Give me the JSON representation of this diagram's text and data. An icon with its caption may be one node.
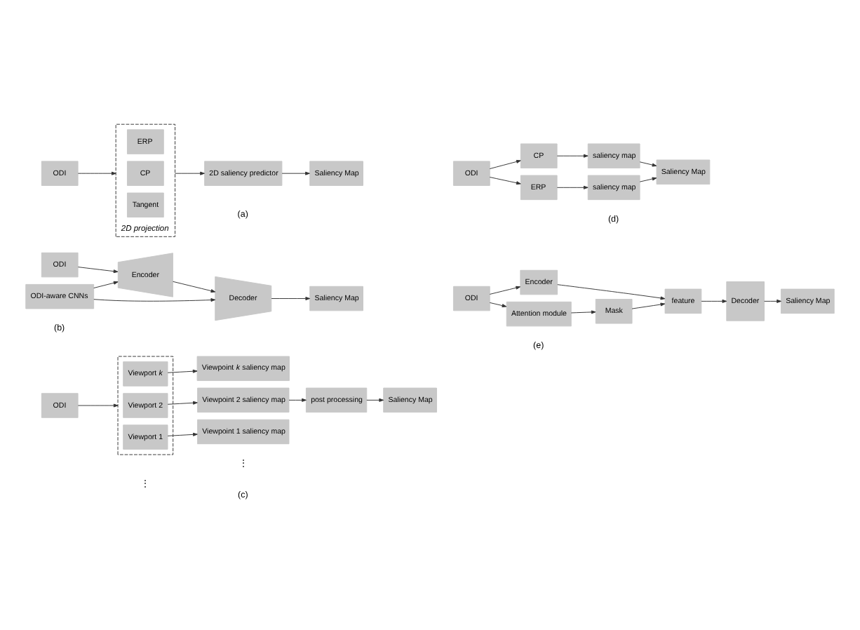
{
  "diagram": {
    "nodes": [
      {
        "text": [
          "ODI"
        ]
      },
      {
        "text": [
          "2D projection"
        ]
      },
      {
        "text": [
          "ERP"
        ],
        "in": 1
      },
      {
        "text": [
          "CP"
        ],
        "in": 1
      },
      {
        "text": [
          "Tangent"
        ],
        "in": 1
      },
      {
        "text": [
          "2D saliency predictor"
        ]
      },
      {
        "text": [
          "Saliency Map"
        ]
      },
      {
        "text": [
          "ODI"
        ]
      },
      {
        "text": [
          "ERP"
        ]
      },
      {
        "text": [
          "CP"
        ]
      },
      {
        "text": [
          "saliency map"
        ]
      },
      {
        "text": [
          "saliency map"
        ]
      },
      {
        "text": [
          "Saliency Map"
        ]
      },
      {
        "text": [
          "ODI"
        ]
      },
      {
        "text": [
          "Encoder"
        ]
      },
      {
        "text": [
          "Decoder"
        ]
      },
      {
        "text": [
          "Saliency Map"
        ]
      },
      {
        "text": [
          "ODI-aware CNNs"
        ]
      },
      {
        "text": [
          "ODI"
        ]
      },
      {
        "text": [
          "Attention module"
        ]
      },
      {
        "text": [
          "Mask"
        ]
      },
      {
        "text": [
          "Encoder"
        ]
      },
      {
        "text": [
          "feature"
        ]
      },
      {
        "text": [
          "Decoder"
        ]
      },
      {
        "text": [
          "Saliency Map"
        ]
      },
      {
        "text": [
          "ODI"
        ]
      },
      {
        "text": [],
        "shape": "box"
      },
      {
        "text": [
          "Viewport 1"
        ],
        "in": 26
      },
      {
        "text": [
          "Viewport 2"
        ],
        "in": 26
      },
      {
        "text": [
          "Viewport *k*"
        ],
        "in": 26
      },
      {
        "text": [
          "Viewpoint 1 saliency map"
        ]
      },
      {
        "text": [
          "Viewpoint 2 saliency map"
        ]
      },
      {
        "text": [
          "Viewpoint *k* saliency map"
        ]
      },
      {
        "text": [
          "post processing"
        ]
      },
      {
        "text": [
          "Saliency Map"
        ]
      }
    ],
    "edges": [
      {
        "from": 0,
        "to": 1,
        "arrow": "to"
      },
      {
        "from": 1,
        "to": 5,
        "arrow": "to"
      },
      {
        "from": 5,
        "to": 6,
        "arrow": "to"
      },
      {
        "from": 7,
        "to": 8,
        "arrow": "to"
      },
      {
        "from": 7,
        "to": 9,
        "arrow": "to"
      },
      {
        "from": 8,
        "to": 10,
        "arrow": "to"
      },
      {
        "from": 9,
        "to": 11,
        "arrow": "to"
      },
      {
        "from": 10,
        "to": 12,
        "arrow": "to"
      },
      {
        "from": 11,
        "to": 12,
        "arrow": "to"
      },
      {
        "from": 13,
        "to": 14,
        "arrow": "to"
      },
      {
        "from": 14,
        "to": 15,
        "arrow": "to"
      },
      {
        "from": 15,
        "to": 16,
        "arrow": "to"
      },
      {
        "from": 17,
        "to": 14,
        "arrow": "to"
      },
      {
        "from": 17,
        "to": 15,
        "arrow": "to"
      },
      {
        "from": 18,
        "to": 19,
        "arrow": "to"
      },
      {
        "from": 18,
        "to": 21,
        "arrow": "to"
      },
      {
        "from": 19,
        "to": 20,
        "arrow": "to"
      },
      {
        "from": 20,
        "to": 22,
        "arrow": "to"
      },
      {
        "from": 21,
        "to": 22,
        "arrow": "to"
      },
      {
        "from": 22,
        "to": 23,
        "arrow": "to"
      },
      {
        "from": 23,
        "to": 24,
        "arrow": "to"
      },
      {
        "from": 25,
        "to": 26,
        "arrow": "to"
      },
      {
        "from": 27,
        "to": 30,
        "arrow": "to"
      },
      {
        "from": 28,
        "to": 31,
        "arrow": "to"
      },
      {
        "from": 29,
        "to": 32,
        "arrow": "to"
      },
      {
        "from": 31,
        "to": 33,
        "arrow": "to"
      },
      {
        "from": 33,
        "to": 34,
        "arrow": "to"
      }
    ],
    "labels": [
      "(a)",
      "(d)",
      "(b)",
      "(e)",
      "⋮",
      "⋮",
      "(c)"
    ]
  }
}
